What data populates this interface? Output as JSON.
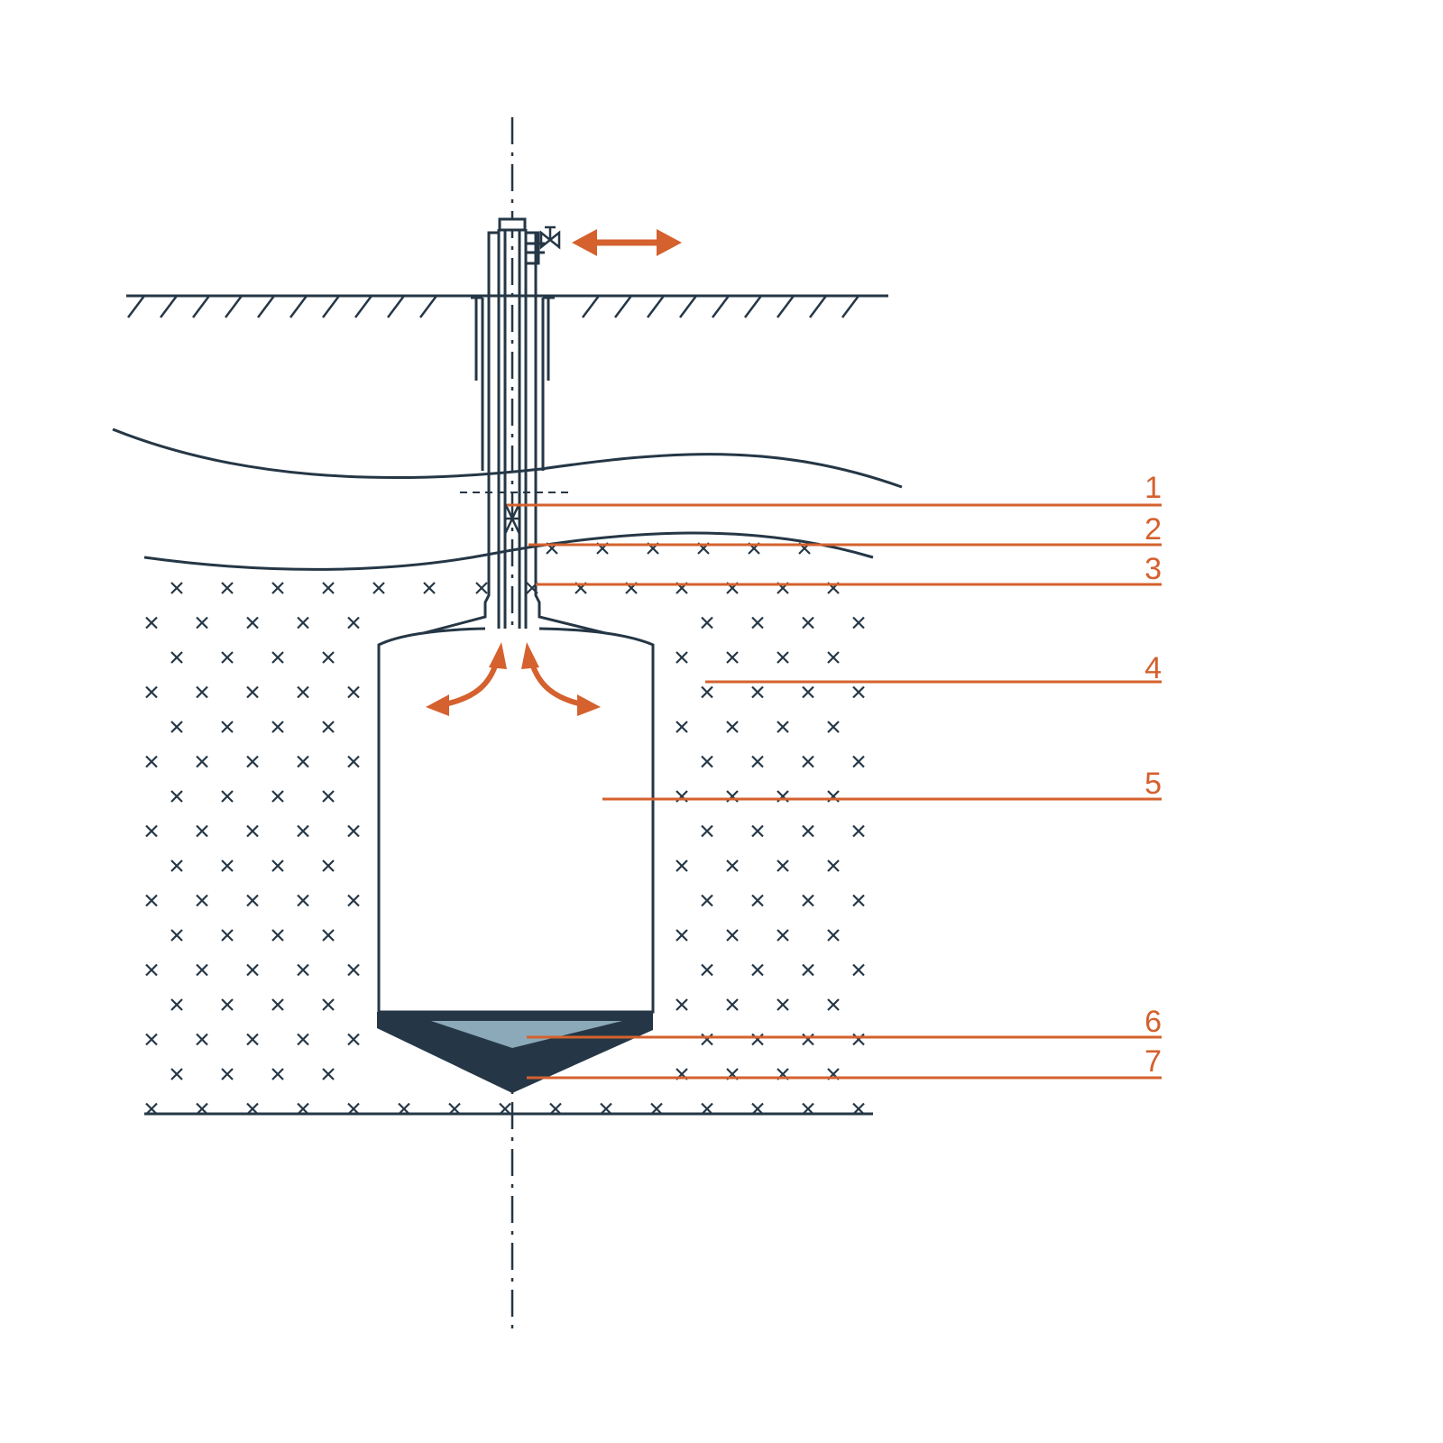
{
  "colors": {
    "ink": "#253746",
    "accent": "#d4612e",
    "sump_fill": "#253746",
    "sump_liquid": "#8ca9b9",
    "background": "#ffffff"
  },
  "callouts": [
    {
      "label": "1"
    },
    {
      "label": "2"
    },
    {
      "label": "3"
    },
    {
      "label": "4"
    },
    {
      "label": "5"
    },
    {
      "label": "6"
    },
    {
      "label": "7"
    }
  ],
  "symbols": {
    "salt_marker": "cross-mark",
    "flow_arrow": "double-headed-arrow",
    "valve": "valve-icon",
    "packer": "packer-icon"
  }
}
